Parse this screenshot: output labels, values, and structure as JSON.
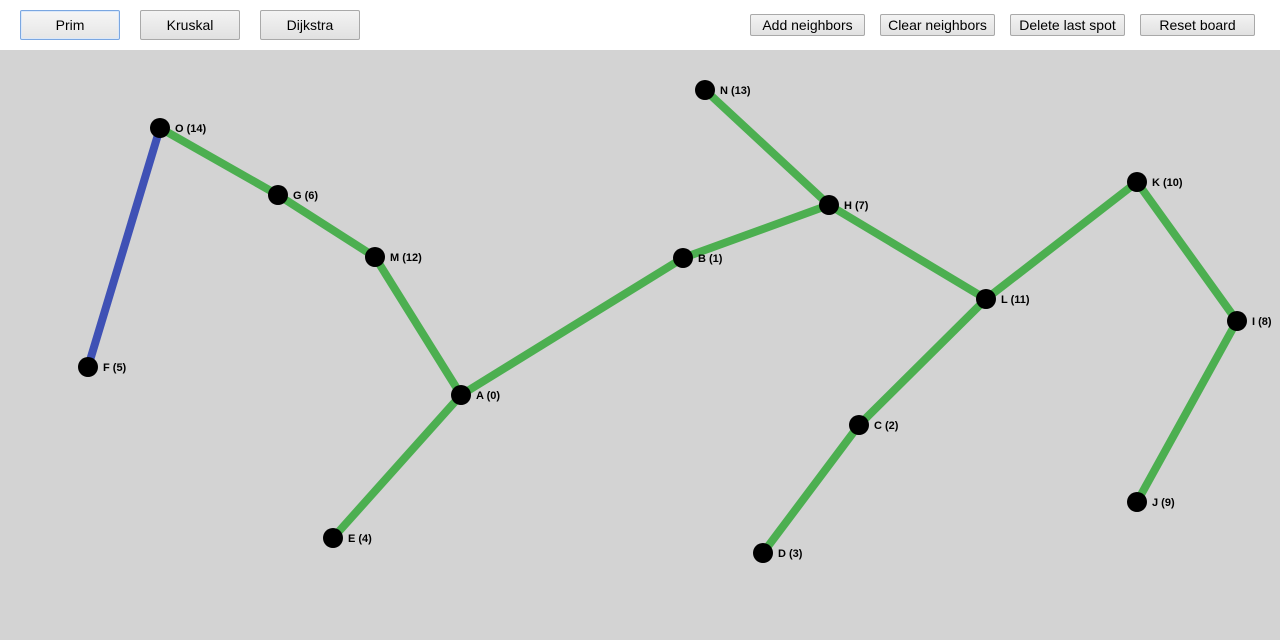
{
  "toolbar": {
    "algorithms": [
      {
        "id": "prim",
        "label": "Prim",
        "active": true
      },
      {
        "id": "kruskal",
        "label": "Kruskal",
        "active": false
      },
      {
        "id": "dijkstra",
        "label": "Dijkstra",
        "active": false
      }
    ],
    "actions": [
      {
        "id": "add-neighbors",
        "label": "Add neighbors"
      },
      {
        "id": "clear-neighbors",
        "label": "Clear neighbors"
      },
      {
        "id": "delete-last-spot",
        "label": "Delete last spot"
      },
      {
        "id": "reset-board",
        "label": "Reset board"
      }
    ]
  },
  "graph": {
    "colors": {
      "board": "#d3d3d3",
      "tree_edge": "#4caf50",
      "current_edge": "#3f51b5",
      "node": "#000000"
    },
    "nodes": [
      {
        "id": "A",
        "label": "A (0)"
      },
      {
        "id": "B",
        "label": "B (1)"
      },
      {
        "id": "C",
        "label": "C (2)"
      },
      {
        "id": "D",
        "label": "D (3)"
      },
      {
        "id": "E",
        "label": "E (4)"
      },
      {
        "id": "F",
        "label": "F (5)"
      },
      {
        "id": "G",
        "label": "G (6)"
      },
      {
        "id": "H",
        "label": "H (7)"
      },
      {
        "id": "I",
        "label": "I (8)"
      },
      {
        "id": "J",
        "label": "J (9)"
      },
      {
        "id": "K",
        "label": "K (10)"
      },
      {
        "id": "L",
        "label": "L (11)"
      },
      {
        "id": "M",
        "label": "M (12)"
      },
      {
        "id": "N",
        "label": "N (13)"
      },
      {
        "id": "O",
        "label": "O (14)"
      }
    ],
    "edges": [
      {
        "from": "O",
        "to": "G",
        "state": "tree"
      },
      {
        "from": "G",
        "to": "M",
        "state": "tree"
      },
      {
        "from": "M",
        "to": "A",
        "state": "tree"
      },
      {
        "from": "A",
        "to": "E",
        "state": "tree"
      },
      {
        "from": "A",
        "to": "B",
        "state": "tree"
      },
      {
        "from": "B",
        "to": "H",
        "state": "tree"
      },
      {
        "from": "H",
        "to": "N",
        "state": "tree"
      },
      {
        "from": "H",
        "to": "L",
        "state": "tree"
      },
      {
        "from": "L",
        "to": "K",
        "state": "tree"
      },
      {
        "from": "K",
        "to": "I",
        "state": "tree"
      },
      {
        "from": "I",
        "to": "J",
        "state": "tree"
      },
      {
        "from": "L",
        "to": "C",
        "state": "tree"
      },
      {
        "from": "C",
        "to": "D",
        "state": "tree"
      },
      {
        "from": "O",
        "to": "F",
        "state": "current"
      }
    ]
  }
}
